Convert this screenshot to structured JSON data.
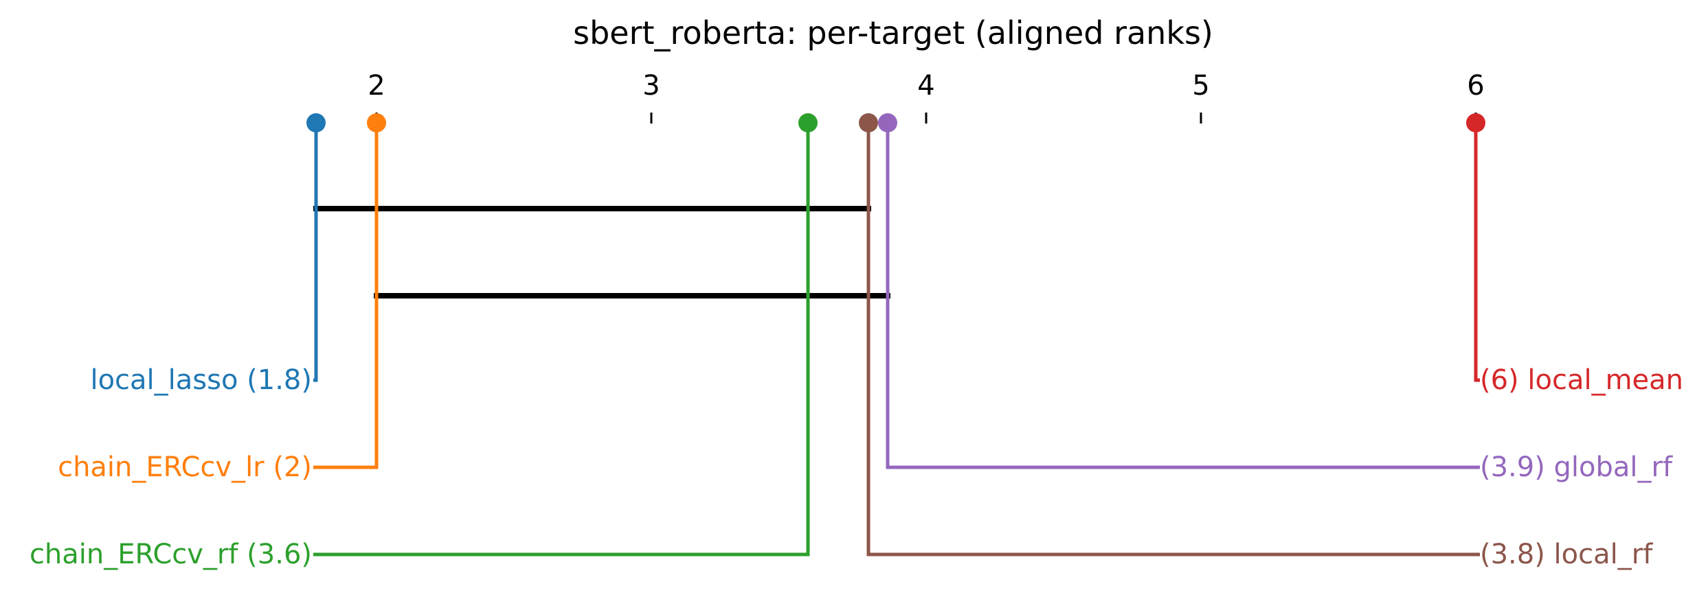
{
  "chart_data": {
    "type": "critical-difference",
    "title": "sbert_roberta: per-target (aligned ranks)",
    "axis": {
      "ticks": [
        2,
        3,
        4,
        5,
        6
      ],
      "range": [
        1.8,
        6
      ]
    },
    "methods": [
      {
        "name": "local_lasso",
        "rank": 1.78,
        "display_rank": "1.8",
        "label": "local_lasso (1.8)",
        "side": "left",
        "color": "#1f77b4"
      },
      {
        "name": "chain_ERCcv_lr",
        "rank": 2.0,
        "display_rank": "2",
        "label": "chain_ERCcv_lr (2)",
        "side": "left",
        "color": "#ff7f0e"
      },
      {
        "name": "chain_ERCcv_rf",
        "rank": 3.57,
        "display_rank": "3.6",
        "label": "chain_ERCcv_rf (3.6)",
        "side": "left",
        "color": "#2ca02c"
      },
      {
        "name": "local_mean",
        "rank": 6.0,
        "display_rank": "6",
        "label": "(6) local_mean",
        "side": "right",
        "color": "#d62728"
      },
      {
        "name": "global_rf",
        "rank": 3.86,
        "display_rank": "3.9",
        "label": "(3.9) global_rf",
        "side": "right",
        "color": "#9467bd"
      },
      {
        "name": "local_rf",
        "rank": 3.79,
        "display_rank": "3.8",
        "label": "(3.8) local_rf",
        "side": "right",
        "color": "#8c564b"
      }
    ],
    "cliques": [
      {
        "from": 1.78,
        "to": 3.79
      },
      {
        "from": 2.0,
        "to": 3.86
      }
    ]
  }
}
